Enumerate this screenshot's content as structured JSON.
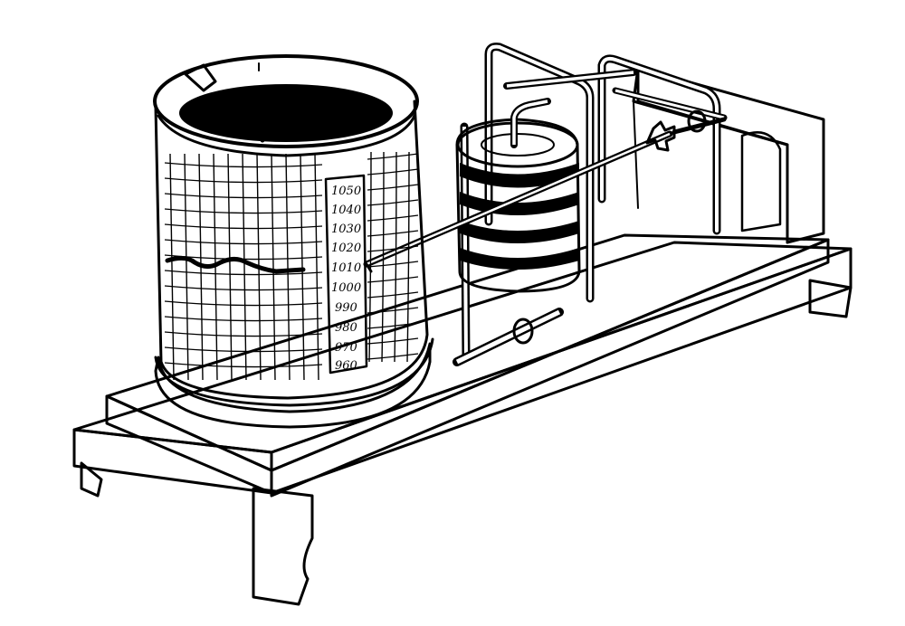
{
  "illustration": {
    "subject": "barograph",
    "colors": {
      "ink": "#000000",
      "paper": "#ffffff"
    }
  },
  "drum_scale": {
    "tick_labels": [
      "1050",
      "1040",
      "1030",
      "1020",
      "1010",
      "1000",
      "990",
      "980",
      "970",
      "960"
    ]
  }
}
